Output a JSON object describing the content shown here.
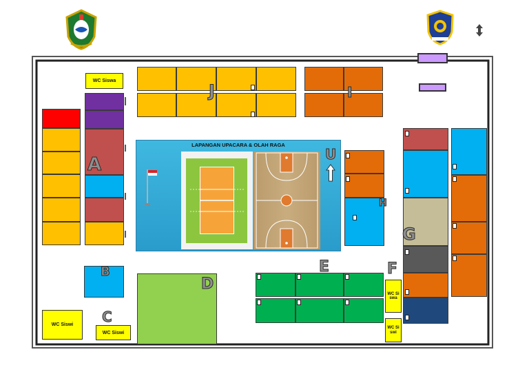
{
  "map": {
    "field_title": "LAPANGAN UPACARA & OLAH RAGA",
    "building_labels": {
      "A": "A",
      "B": "B",
      "C": "C",
      "D": "D",
      "E": "E",
      "F": "F",
      "G": "G",
      "H": "H",
      "I": "I",
      "J": "J",
      "U": "U"
    },
    "toilets": {
      "wc_siswa_top": "WC Siswa",
      "wc_siswi_left": "WC Siswi",
      "wc_siswi_c": "WC Siswi",
      "wc_siswa_f": "WC Siswa",
      "wc_siswi_f": "WC Siswi"
    },
    "colors": {
      "orange": "#ffc000",
      "dark_orange": "#e36c09",
      "purple": "#7030a0",
      "red": "#ff0000",
      "brick": "#c0504d",
      "sky": "#00b0f0",
      "green": "#00b050",
      "light_green": "#92d050",
      "yellow": "#ffff00",
      "tan": "#c4bd97",
      "gray": "#595959",
      "navy": "#1f497d",
      "lavender": "#cc99ff"
    },
    "icons": [
      "left-emblem-icon",
      "right-emblem-icon",
      "north-arrow-icon",
      "flagpole-icon",
      "up-arrow-icon"
    ]
  }
}
